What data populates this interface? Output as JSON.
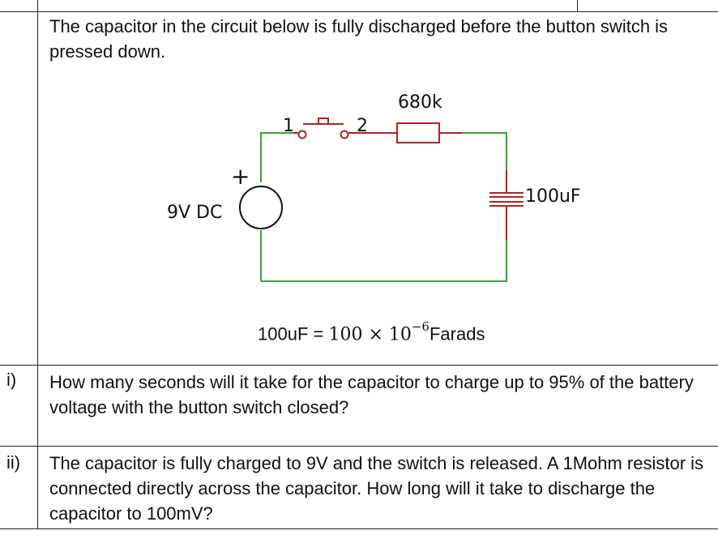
{
  "intro": {
    "text": "The capacitor in the circuit below is fully discharged before the button switch is pressed down."
  },
  "circuit": {
    "switch_pin1": "1",
    "switch_pin2": "2",
    "resistor_label": "680k",
    "capacitor_label": "100uF",
    "battery_label": "9V DC",
    "battery_plus": "+",
    "colors": {
      "wire": "#3aa33a",
      "component": "#b22222",
      "symbol": "#111111"
    }
  },
  "formula": {
    "left": "100uF = ",
    "coefficient": "100 × 10",
    "exponent": "−6",
    "unit": "Farads"
  },
  "questions": [
    {
      "number": "i)",
      "text": "How many seconds will it take for the capacitor to charge up to 95% of the battery voltage with the button switch closed?"
    },
    {
      "number": "ii)",
      "text": "The capacitor is fully charged to 9V and the switch is released. A 1Mohm resistor is connected directly across the capacitor. How long will it take to discharge the capacitor to 100mV?"
    }
  ]
}
